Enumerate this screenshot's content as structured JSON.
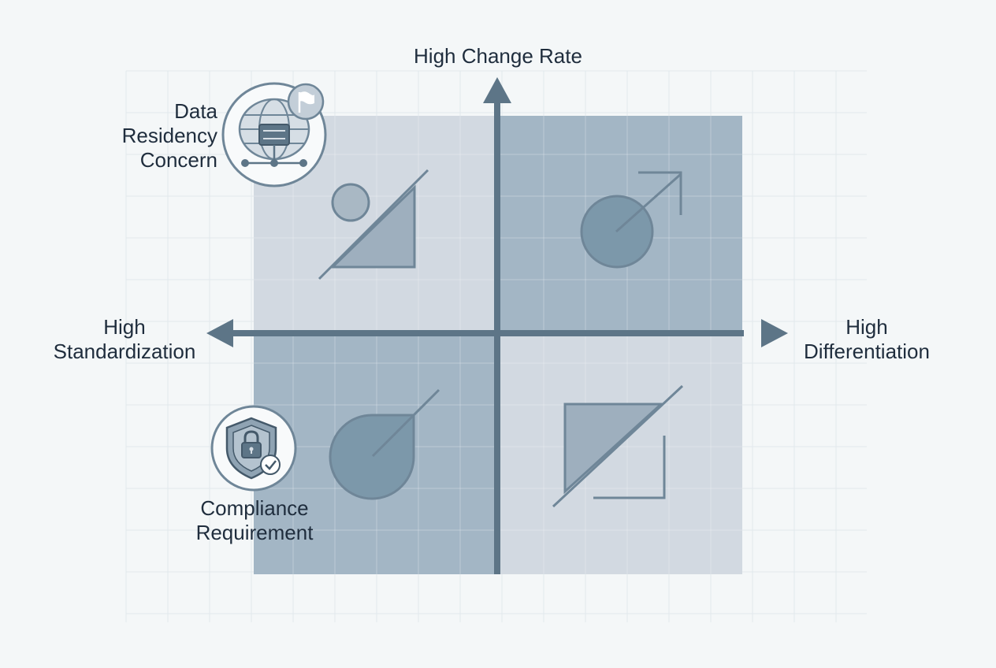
{
  "axes": {
    "top": "High Change Rate",
    "left_line1": "High",
    "left_line2": "Standardization",
    "right_line1": "High",
    "right_line2": "Differentiation"
  },
  "callouts": {
    "data_residency": {
      "line1": "Data",
      "line2": "Residency",
      "line3": "Concern",
      "icon": "globe-server-flag-icon"
    },
    "compliance": {
      "line1": "Compliance",
      "line2": "Requirement",
      "icon": "shield-lock-check-icon"
    }
  },
  "quadrant_icons": {
    "top_left": "circle-triangle-icon",
    "top_right": "circle-arrow-icon",
    "bottom_left": "teardrop-icon",
    "bottom_right": "triangle-corner-icon"
  },
  "colors": {
    "background": "#f4f7f8",
    "quadrant_light": "#d2d9e1",
    "quadrant_dark": "#a3b6c5",
    "axis": "#5d7587",
    "text": "#1f2d3d"
  }
}
